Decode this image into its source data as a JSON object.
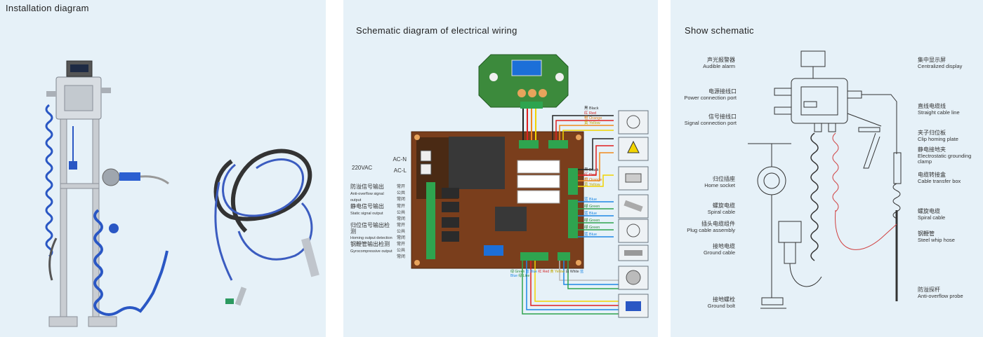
{
  "panels": {
    "installation": {
      "title": "Installation diagram"
    },
    "wiring": {
      "title": "Schematic diagram of electrical wiring",
      "supply_label": "220VAC",
      "acn": "AC-N",
      "acl": "AC-L",
      "outputs": [
        {
          "cn": "防溢信号输出",
          "en": "Anti-overflow signal output"
        },
        {
          "cn": "静电信号输出",
          "en": "Static signal output"
        },
        {
          "cn": "归位信号输出检测",
          "en": "Homing output detection"
        },
        {
          "cn": "钢鞭管输出检测",
          "en": "Gyrocompressive output"
        }
      ],
      "terminal_words": [
        "常开",
        "公共",
        "常闭"
      ],
      "top_wires": [
        "黑 Black",
        "红 Red",
        "橙 Orange",
        "黄 Yellow"
      ],
      "mid_wires": [
        "黑 Black",
        "红 Red",
        "橙 Orange",
        "黄 Yellow"
      ],
      "side_wires": [
        "蓝 Blue",
        "绿 Green",
        "蓝 Blue",
        "绿 Green",
        "绿 Green",
        "蓝 Blue"
      ],
      "bottom_wires": [
        "绿 Green",
        "蓝 Blue",
        "红 Red",
        "黄 Yellow",
        "白 White",
        "蓝 Blue",
        "绿 Line"
      ]
    },
    "schematic": {
      "title": "Show schematic",
      "labels_left": [
        {
          "cn": "声光报警器",
          "en": "Audible alarm"
        },
        {
          "cn": "电源接线口",
          "en": "Power connection port"
        },
        {
          "cn": "信号接线口",
          "en": "Signal connection port"
        },
        {
          "cn": "归位插座",
          "en": "Home socket"
        },
        {
          "cn": "螺旋电缆",
          "en": "Spiral cable"
        },
        {
          "cn": "插头电缆组件",
          "en": "Plug cable assembly"
        },
        {
          "cn": "接地电缆",
          "en": "Ground cable"
        },
        {
          "cn": "接地螺栓",
          "en": "Ground bolt"
        }
      ],
      "labels_right": [
        {
          "cn": "集中显示屏",
          "en": "Centralized display"
        },
        {
          "cn": "直线电缆线",
          "en": "Straight cable line"
        },
        {
          "cn": "夹子归位板",
          "en": "Clip homing plate"
        },
        {
          "cn": "静电接地夹",
          "en": "Electrostatic grounding clamp"
        },
        {
          "cn": "电缆转接盒",
          "en": "Cable transfer box"
        },
        {
          "cn": "螺旋电缆",
          "en": "Spiral cable"
        },
        {
          "cn": "钢鞭管",
          "en": "Steel whip hose"
        },
        {
          "cn": "防溢探杆",
          "en": "Anti-overflow probe"
        }
      ]
    }
  },
  "colors": {
    "panel_bg": "#e6f1f8",
    "pcb_green": "#3c8a3c",
    "board_brown": "#7a3e1c",
    "relay": "#ffffff",
    "cable_blue": "#2a57c4"
  }
}
